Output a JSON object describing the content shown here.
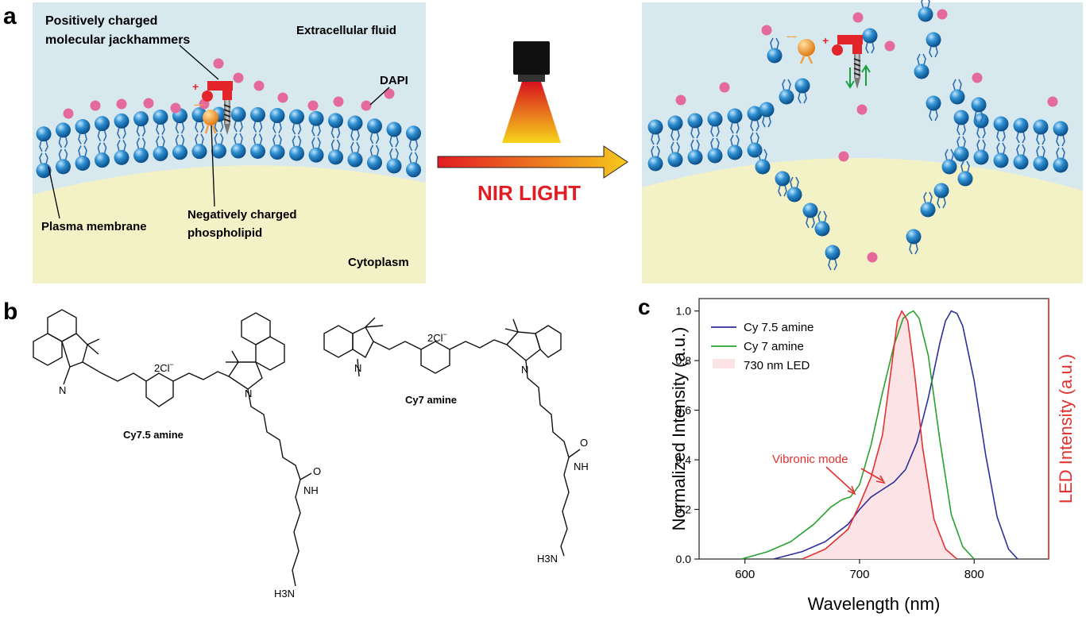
{
  "panel_labels": {
    "a": "a",
    "b": "b",
    "c": "c"
  },
  "panel_a": {
    "labels": {
      "jackhammer_line1": "Positively charged",
      "jackhammer_line2": "molecular jackhammers",
      "extracellular": "Extracellular fluid",
      "dapi": "DAPI",
      "membrane": "Plasma membrane",
      "phospholipid_line1": "Negatively charged",
      "phospholipid_line2": "phospholipid",
      "cytoplasm": "Cytoplasm",
      "light": "NIR LIGHT"
    },
    "colors": {
      "extracellular": "#d7e9ef",
      "cytoplasm": "#f3f1c6",
      "lipid_head": "#2f8fd0",
      "dapi": "#e46a9c",
      "jackhammer": "#e3242b",
      "phospholipid": "#f0a040",
      "light_red": "#e31b23",
      "light_yellow": "#f7d417"
    },
    "icons": [
      "jackhammer-icon",
      "nir-lamp-icon",
      "arrow-right-icon"
    ]
  },
  "panel_b": {
    "molecule_1": {
      "name": "Cy7.5 amine",
      "counterion": "2Cl",
      "charge": "−",
      "n_methyl": "N",
      "n_plus": "N",
      "amide_o": "O",
      "amide_nh": "NH",
      "amine": "H3N"
    },
    "molecule_2": {
      "name": "Cy7 amine",
      "counterion": "2Cl",
      "charge": "−",
      "n_methyl": "N",
      "n_plus": "N",
      "amide_o": "O",
      "amide_nh": "NH",
      "amine": "H3N"
    }
  },
  "chart_data": {
    "type": "line",
    "xlabel": "Wavelength (nm)",
    "ylabel": "Normalized Intensity (a.u.)",
    "y2label": "LED Intensity (a.u.)",
    "xlim": [
      560,
      865
    ],
    "ylim": [
      0,
      1.05
    ],
    "xticks": [
      600,
      700,
      800
    ],
    "yticks": [
      0.0,
      0.2,
      0.4,
      0.6,
      0.8,
      1.0
    ],
    "ytick_labels": [
      "0.0",
      "0.2",
      "0.4",
      "0.6",
      "0.8",
      "1.0"
    ],
    "legend_position": "top-left",
    "annotation": "Vibronic mode",
    "series": [
      {
        "name": "Cy 7.5 amine",
        "color": "#2d2f9a",
        "x": [
          625,
          650,
          670,
          690,
          700,
          710,
          720,
          730,
          740,
          750,
          760,
          770,
          775,
          780,
          785,
          790,
          800,
          810,
          820,
          830,
          838
        ],
        "y": [
          0.0,
          0.03,
          0.07,
          0.14,
          0.2,
          0.25,
          0.28,
          0.31,
          0.36,
          0.47,
          0.65,
          0.87,
          0.96,
          1.0,
          0.99,
          0.94,
          0.72,
          0.42,
          0.17,
          0.04,
          0.0
        ]
      },
      {
        "name": "Cy 7 amine",
        "color": "#27a22f",
        "x": [
          597,
          620,
          640,
          660,
          675,
          685,
          692,
          700,
          710,
          720,
          730,
          738,
          743,
          747,
          752,
          760,
          770,
          780,
          790,
          800
        ],
        "y": [
          0.0,
          0.03,
          0.07,
          0.14,
          0.21,
          0.24,
          0.25,
          0.3,
          0.46,
          0.67,
          0.86,
          0.97,
          0.99,
          1.0,
          0.97,
          0.82,
          0.48,
          0.18,
          0.05,
          0.0
        ]
      },
      {
        "name": "730 nm LED",
        "color": "#e53030",
        "fill": "#fbe3e6",
        "x": [
          650,
          670,
          690,
          700,
          710,
          720,
          728,
          733,
          737,
          742,
          748,
          755,
          765,
          775,
          785
        ],
        "y": [
          0.0,
          0.04,
          0.12,
          0.22,
          0.33,
          0.5,
          0.78,
          0.96,
          1.0,
          0.96,
          0.75,
          0.45,
          0.16,
          0.04,
          0.0
        ]
      }
    ]
  }
}
